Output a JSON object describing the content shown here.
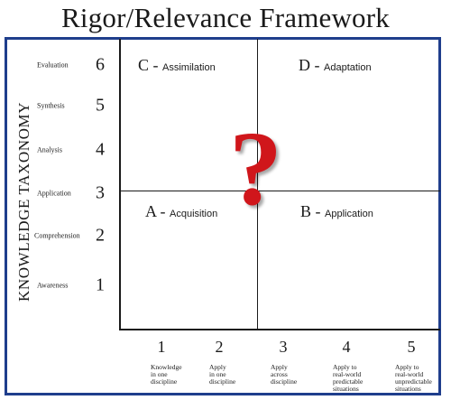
{
  "title": "Rigor/Relevance Framework",
  "y_axis_title": "KNOWLEDGE TAXONOMY",
  "levels": [
    {
      "name": "Evaluation",
      "num": "6"
    },
    {
      "name": "Synthesis",
      "num": "5"
    },
    {
      "name": "Analysis",
      "num": "4"
    },
    {
      "name": "Application",
      "num": "3"
    },
    {
      "name": "Comprehension",
      "num": "2"
    },
    {
      "name": "Awareness",
      "num": "1"
    }
  ],
  "x_levels": [
    {
      "num": "1",
      "lines": [
        "Knowledge",
        "in one",
        "discipline"
      ]
    },
    {
      "num": "2",
      "lines": [
        "Apply",
        "in one",
        "discipline"
      ]
    },
    {
      "num": "3",
      "lines": [
        "Apply",
        "across",
        "discipline"
      ]
    },
    {
      "num": "4",
      "lines": [
        "Apply to",
        "real-world",
        "predictable",
        "situations"
      ]
    },
    {
      "num": "5",
      "lines": [
        "Apply to",
        "real-world",
        "unpredictable",
        "situations"
      ]
    }
  ],
  "quadrants": {
    "c": {
      "letter": "C - ",
      "label": "Assimilation"
    },
    "d": {
      "letter": "D - ",
      "label": "Adaptation"
    },
    "a": {
      "letter": "A - ",
      "label": "Acquisition"
    },
    "b": {
      "letter": "B - ",
      "label": "Application"
    }
  },
  "question_mark": "?",
  "colors": {
    "frame": "#1f3e8c",
    "question_mark": "#d0161b"
  }
}
